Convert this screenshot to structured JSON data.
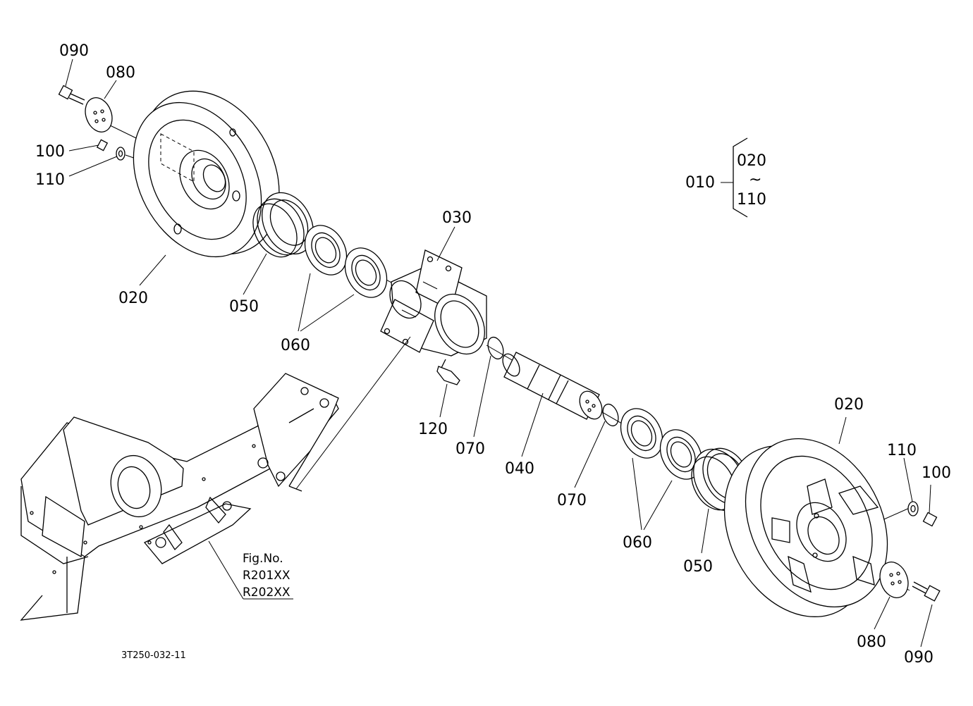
{
  "labels": {
    "p090a": "090",
    "p080a": "080",
    "p100a": "100",
    "p110a": "110",
    "p020a": "020",
    "p050a": "050",
    "p060a": "060",
    "p030": "030",
    "p120": "120",
    "p070a": "070",
    "p040": "040",
    "p070b": "070",
    "p060b": "060",
    "p050b": "050",
    "p020b": "020",
    "p110b": "110",
    "p100b": "100",
    "p080b": "080",
    "p090b": "090"
  },
  "legend": {
    "assembly": "010",
    "from": "020",
    "tilde": "~",
    "to": "110"
  },
  "figure_ref": {
    "title": "Fig.No.",
    "line1": "R201XX",
    "line2": "R202XX"
  },
  "drawing_code": "3T250-032-11"
}
